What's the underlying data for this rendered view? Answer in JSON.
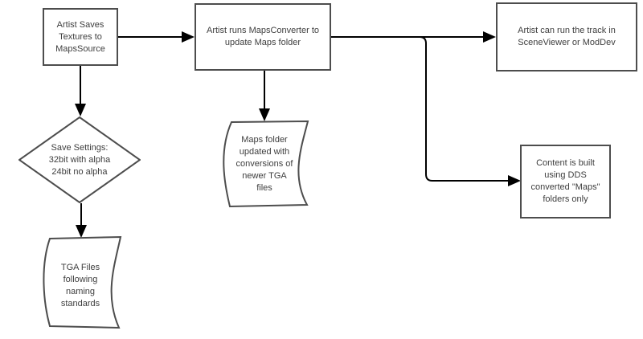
{
  "diagram": {
    "title": "Texture maps conversion pipeline flowchart",
    "background_color": "#ffffff",
    "shape_stroke_color": "#4d4d4d",
    "connector_color": "#000000",
    "text_color": "#3e3e3e"
  },
  "nodes": {
    "saves_textures": {
      "type": "process",
      "label": "Artist Saves\nTextures to\nMapsSource"
    },
    "runs_converter": {
      "type": "process",
      "label": "Artist runs MapsConverter to\nupdate Maps folder"
    },
    "run_track": {
      "type": "process",
      "label": "Artist can run the track in\nSceneViewer or ModDev"
    },
    "save_settings": {
      "type": "decision",
      "label": "Save Settings:\n32bit with alpha\n24bit no alpha"
    },
    "tga_files": {
      "type": "document",
      "label": "TGA Files\nfollowing\nnaming\nstandards"
    },
    "maps_folder": {
      "type": "document",
      "label": "Maps folder\nupdated with\nconversions of\nnewer TGA\nfiles"
    },
    "content_built": {
      "type": "process",
      "label": "Content is built\nusing DDS\nconverted \"Maps\"\nfolders only"
    }
  },
  "edges": [
    {
      "from": "saves_textures",
      "to": "runs_converter"
    },
    {
      "from": "saves_textures",
      "to": "save_settings"
    },
    {
      "from": "save_settings",
      "to": "tga_files"
    },
    {
      "from": "runs_converter",
      "to": "maps_folder"
    },
    {
      "from": "runs_converter",
      "to": "run_track"
    },
    {
      "from": "runs_converter",
      "to": "content_built"
    }
  ]
}
